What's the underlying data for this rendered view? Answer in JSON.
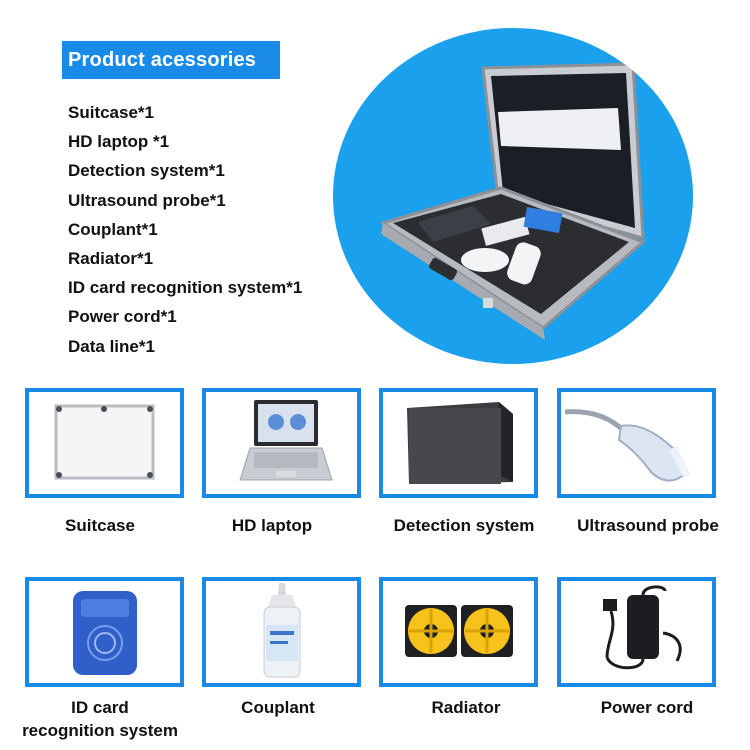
{
  "header": {
    "title": "Product acessories"
  },
  "accessories": [
    "Suitcase*1",
    "HD laptop *1",
    "Detection system*1",
    "Ultrasound probe*1",
    "Couplant*1",
    "Radiator*1",
    "ID card recognition system*1",
    "Power cord*1",
    "Data line*1"
  ],
  "products": [
    {
      "caption": "Suitcase",
      "icon": "whiteboard-case-icon"
    },
    {
      "caption": "HD laptop",
      "icon": "laptop-icon"
    },
    {
      "caption": "Detection system",
      "icon": "black-box-icon"
    },
    {
      "caption": "Ultrasound probe",
      "icon": "probe-icon"
    },
    {
      "caption_line1": "ID card",
      "caption_line2": "recognition system",
      "icon": "card-reader-icon"
    },
    {
      "caption": "Couplant",
      "icon": "gel-bottle-icon"
    },
    {
      "caption": "Radiator",
      "icon": "fan-icon"
    },
    {
      "caption": "Power cord",
      "icon": "power-adapter-icon"
    }
  ],
  "colors": {
    "accent": "#1a8ae8",
    "circle": "#1aa0ec",
    "fan_yellow": "#f6c21b"
  }
}
